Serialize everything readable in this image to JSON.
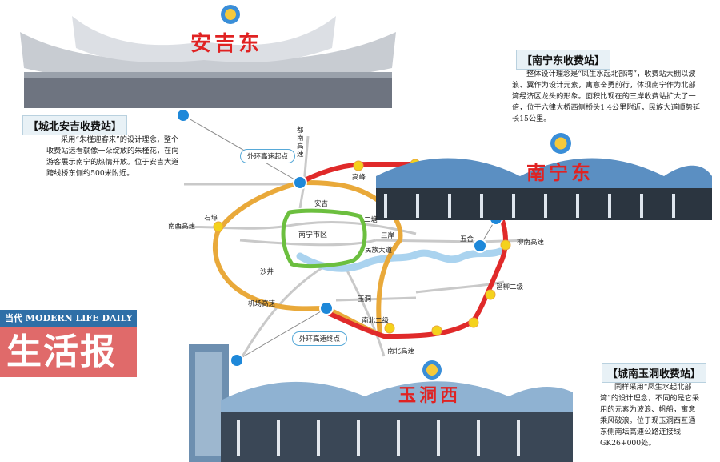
{
  "stations": {
    "anji": {
      "sign": "安吉东",
      "title": "【城北安吉收费站】",
      "description": "采用“朱槿迎客来”的设计理念，整个收费站远看就像一朵绽放的朱槿花，在向游客展示南宁的热情开放。位于安吉大道跨线桥东侧约500米附近。"
    },
    "nanning_east": {
      "sign": "南宁东",
      "title": "【南宁东收费站】",
      "description": "整体设计理念是“凤生水起北部湾”，收费站大棚以波浪、翼作为设计元素，寓意奋勇前行，体现南宁作为北部湾经济区龙头的形象。面积比现在的三岸收费站扩大了一倍，位于六律大桥西侧桥头1.4公里附近，民族大道顺势延长15公里。"
    },
    "yudong": {
      "sign": "玉洞西",
      "title": "【城南玉洞收费站】",
      "description": "同样采用“凤生水起北部湾”的设计理念，不同的是它采用的元素为波浪、帆船，寓意乘风破浪。位于现玉洞西互通东侧南坛高速公路连接线GK26+000处。"
    }
  },
  "map": {
    "labels": {
      "dunan": "都南高速",
      "gaofeng": "高峰",
      "anji": "安吉",
      "erbei": "二塘",
      "shipu": "石埠",
      "nanxi": "南西高速",
      "city": "南宁市区",
      "sanan": "三岸",
      "minzu": "民族大道",
      "wuhe": "五合",
      "liunan": "柳南高速",
      "shajing": "沙井",
      "yongning": "邕柳二级",
      "jichang": "机场高速",
      "yudong": "玉洞",
      "nanbei_erji": "南北二级",
      "nanbei": "南北高速"
    },
    "start_label": "外环高速起点",
    "end_label": "外环高速终点"
  },
  "brand": {
    "top": "当代 MODERN LIFE DAILY",
    "name": "生活报"
  },
  "colors": {
    "outer_ring": "#e9a93a",
    "inner_ring": "#6cbf3f",
    "red_road": "#e02a2a",
    "river": "#aad3ef",
    "highway": "#bfbfbf",
    "station_dot": "#1e88d9",
    "yellow_dot": "#f4d21c"
  }
}
